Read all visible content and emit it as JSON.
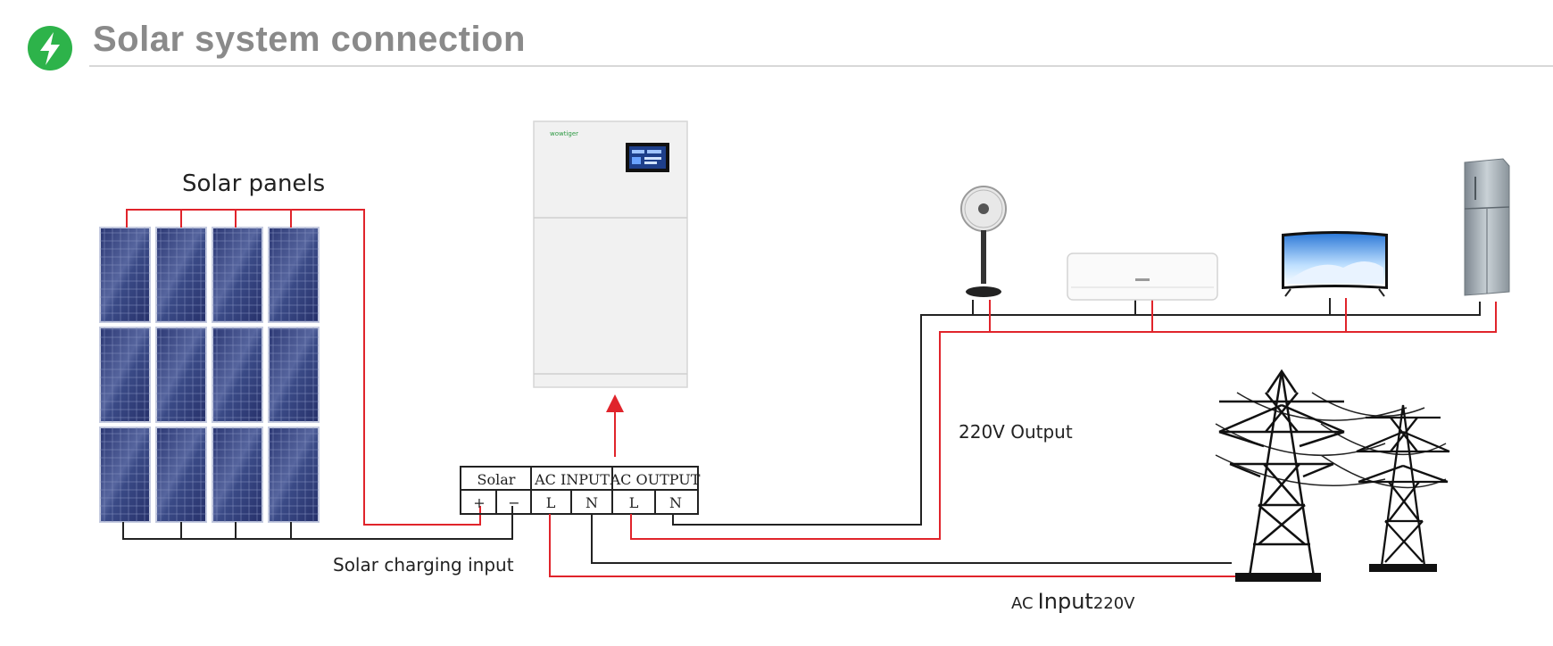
{
  "header": {
    "icon": "lightning-bolt-icon",
    "accent_color": "#2db34a",
    "title": "Solar system connection"
  },
  "labels": {
    "solar_panels": "Solar panels",
    "solar_charging_input": "Solar charging input",
    "output_220v": "220V Output",
    "ac_input_prefix": "AC",
    "ac_input_word": "Input",
    "ac_input_voltage": "220V"
  },
  "inverter": {
    "brand": "wowtiger"
  },
  "terminal_block": {
    "headers": [
      "Solar",
      "AC INPUT",
      "AC OUTPUT"
    ],
    "terminals": [
      "+",
      "−",
      "L",
      "N",
      "L",
      "N"
    ]
  },
  "appliances": [
    "fan-icon",
    "air-conditioner-icon",
    "television-icon",
    "refrigerator-icon"
  ],
  "grid": [
    "power-tower-icon",
    "power-tower-icon"
  ],
  "colors": {
    "wire_live": "#e0242b",
    "wire_neutral": "#222222",
    "panel_cell": "#3a4a86",
    "header_title": "#8a8a8a"
  }
}
